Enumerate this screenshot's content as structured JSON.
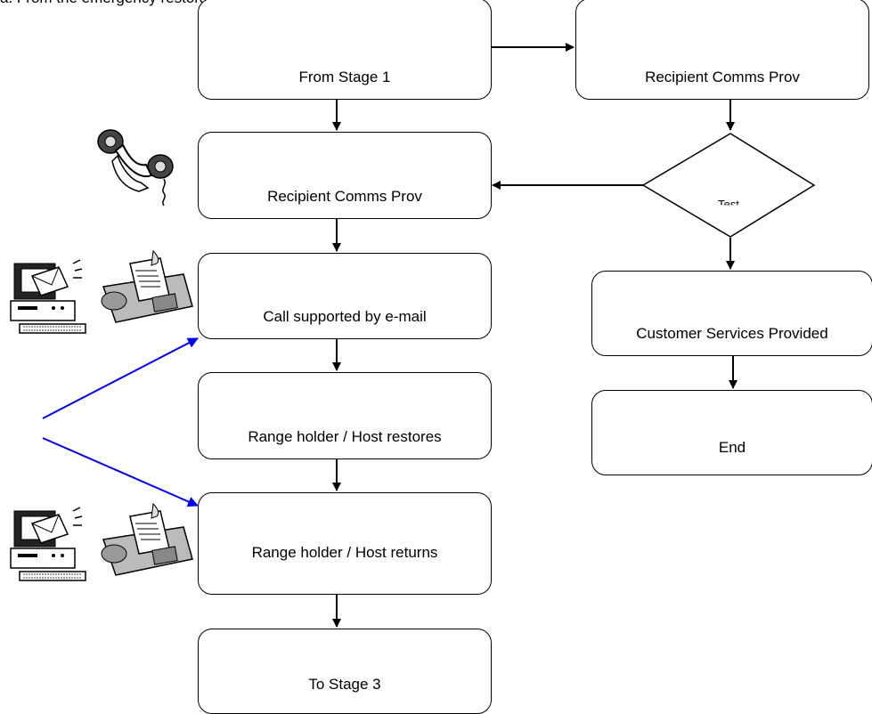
{
  "header_text": "a. From the emergency restoration documentation",
  "boxes": {
    "from_stage_1": "From Stage 1",
    "recipient_comms_prov_left": "Recipient Comms Prov",
    "call_supported": "Call supported by e-mail",
    "range_holder_restores": "Range holder / Host restores",
    "range_holder_returns": "Range holder / Host returns",
    "to_stage_3": "To Stage 3",
    "recipient_comms_prov_right": "Recipient Comms Prov",
    "customer_services_provided": "Customer Services Provided",
    "end": "End"
  },
  "decision_label": "Test",
  "icons": [
    "telephone-handset-icon",
    "computer-email-icon",
    "fax-machine-icon"
  ],
  "colors": {
    "connector_blue": "#0000ee",
    "line": "#000000"
  }
}
